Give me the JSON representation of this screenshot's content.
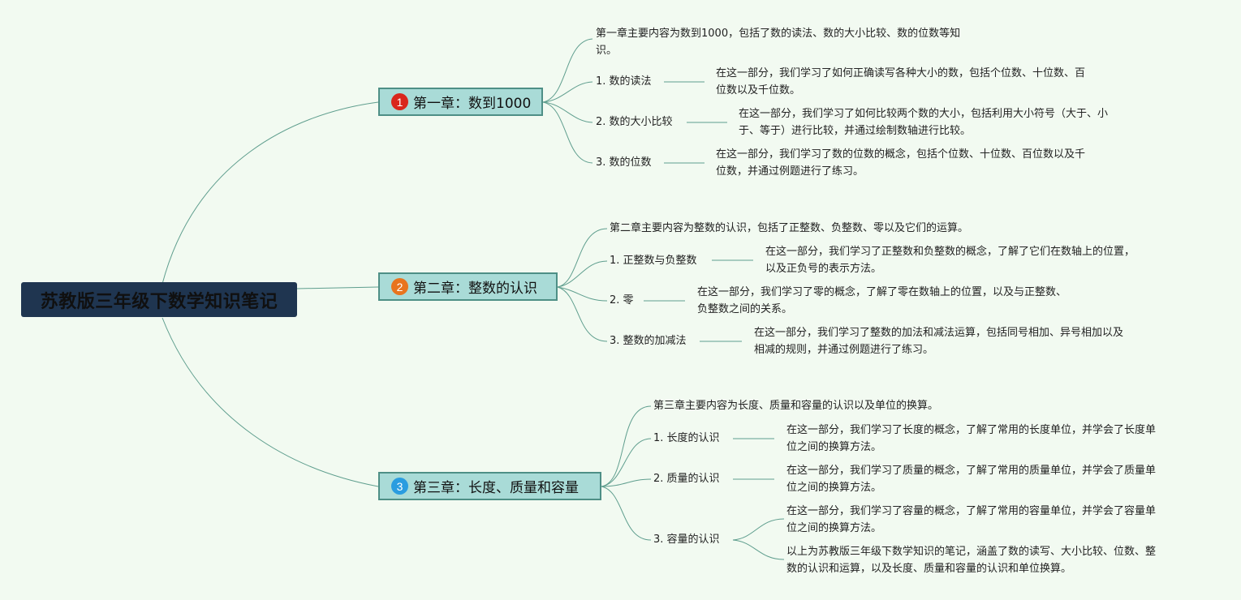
{
  "root": {
    "title": "苏教版三年级下数学知识笔记"
  },
  "chapters": [
    {
      "num": "1",
      "badge_color": "#d9261c",
      "title": "第一章：数到1000",
      "summary": [
        "第一章主要内容为数到1000，包括了数的读法、数的大小比较、数的位数等知",
        "识。"
      ],
      "topics": [
        {
          "label": "1. 数的读法",
          "desc": [
            "在这一部分，我们学习了如何正确读写各种大小的数，包括个位数、十位数、百",
            "位数以及千位数。"
          ]
        },
        {
          "label": "2. 数的大小比较",
          "desc": [
            "在这一部分，我们学习了如何比较两个数的大小，包括利用大小符号（大于、小",
            "于、等于）进行比较，并通过绘制数轴进行比较。"
          ]
        },
        {
          "label": "3. 数的位数",
          "desc": [
            "在这一部分，我们学习了数的位数的概念，包括个位数、十位数、百位数以及千",
            "位数，并通过例题进行了练习。"
          ]
        }
      ]
    },
    {
      "num": "2",
      "badge_color": "#e8741e",
      "title": "第二章：整数的认识",
      "summary": [
        "第二章主要内容为整数的认识，包括了正整数、负整数、零以及它们的运算。"
      ],
      "topics": [
        {
          "label": "1. 正整数与负整数",
          "desc": [
            "在这一部分，我们学习了正整数和负整数的概念，了解了它们在数轴上的位置，",
            "以及正负号的表示方法。"
          ]
        },
        {
          "label": "2. 零",
          "desc": [
            "在这一部分，我们学习了零的概念，了解了零在数轴上的位置，以及与正整数、",
            "负整数之间的关系。"
          ]
        },
        {
          "label": "3. 整数的加减法",
          "desc": [
            "在这一部分，我们学习了整数的加法和减法运算，包括同号相加、异号相加以及",
            "相减的规则，并通过例题进行了练习。"
          ]
        }
      ]
    },
    {
      "num": "3",
      "badge_color": "#2a9de0",
      "title": "第三章：长度、质量和容量",
      "summary": [
        "第三章主要内容为长度、质量和容量的认识以及单位的换算。"
      ],
      "topics": [
        {
          "label": "1. 长度的认识",
          "desc": [
            "在这一部分，我们学习了长度的概念，了解了常用的长度单位，并学会了长度单",
            "位之间的换算方法。"
          ]
        },
        {
          "label": "2. 质量的认识",
          "desc": [
            "在这一部分，我们学习了质量的概念，了解了常用的质量单位，并学会了质量单",
            "位之间的换算方法。"
          ]
        },
        {
          "label": "3. 容量的认识",
          "desc": [
            "在这一部分，我们学习了容量的概念，了解了常用的容量单位，并学会了容量单",
            "位之间的换算方法。"
          ],
          "desc2": [
            "以上为苏教版三年级下数学知识的笔记，涵盖了数的读写、大小比较、位数、整",
            "数的认识和运算，以及长度、质量和容量的认识和单位换算。"
          ]
        }
      ]
    }
  ]
}
